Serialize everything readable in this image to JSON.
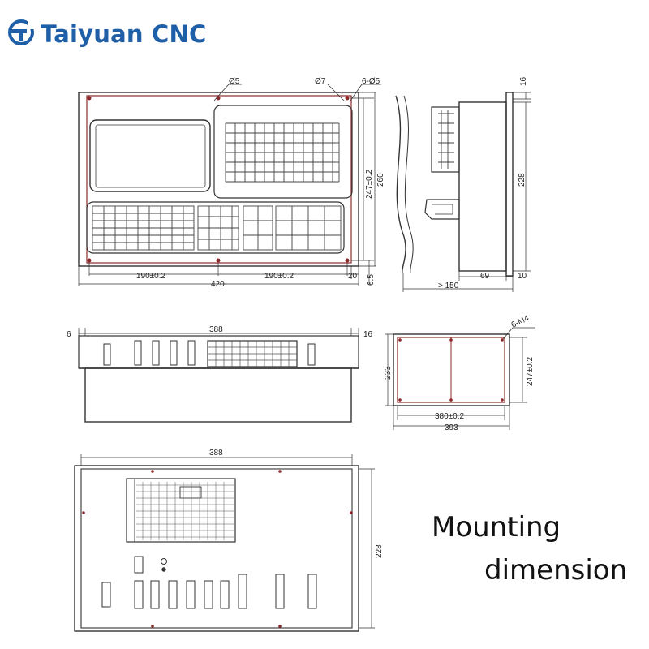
{
  "brand": {
    "name": "Taiyuan CNC",
    "logo_icon": "ty-logo-icon",
    "color": "#1f5fa8"
  },
  "caption": {
    "line1": "Mounting",
    "line2": "dimension"
  },
  "front_view": {
    "hole_top": "Ø5",
    "hole_7": "Ø7",
    "holes_6": "6-Ø5",
    "h_247": "247±0.2",
    "h_260": "260",
    "w_190_left": "190±0.2",
    "w_190_right": "190±0.2",
    "w_420": "420",
    "w_20": "20",
    "h_6_5": "6.5"
  },
  "side_view": {
    "top_16": "16",
    "h_228": "228",
    "d_69": "69",
    "d_10": "10",
    "d_150": "> 150"
  },
  "top_view": {
    "left_6": "6",
    "w_388": "388",
    "right_16": "16"
  },
  "cutout_view": {
    "m4": "6-M4",
    "h_233": "233",
    "h_247": "247±0.2",
    "w_380": "380±0.2",
    "w_393": "393"
  },
  "rear_view": {
    "w_388": "388",
    "h_228": "228"
  }
}
